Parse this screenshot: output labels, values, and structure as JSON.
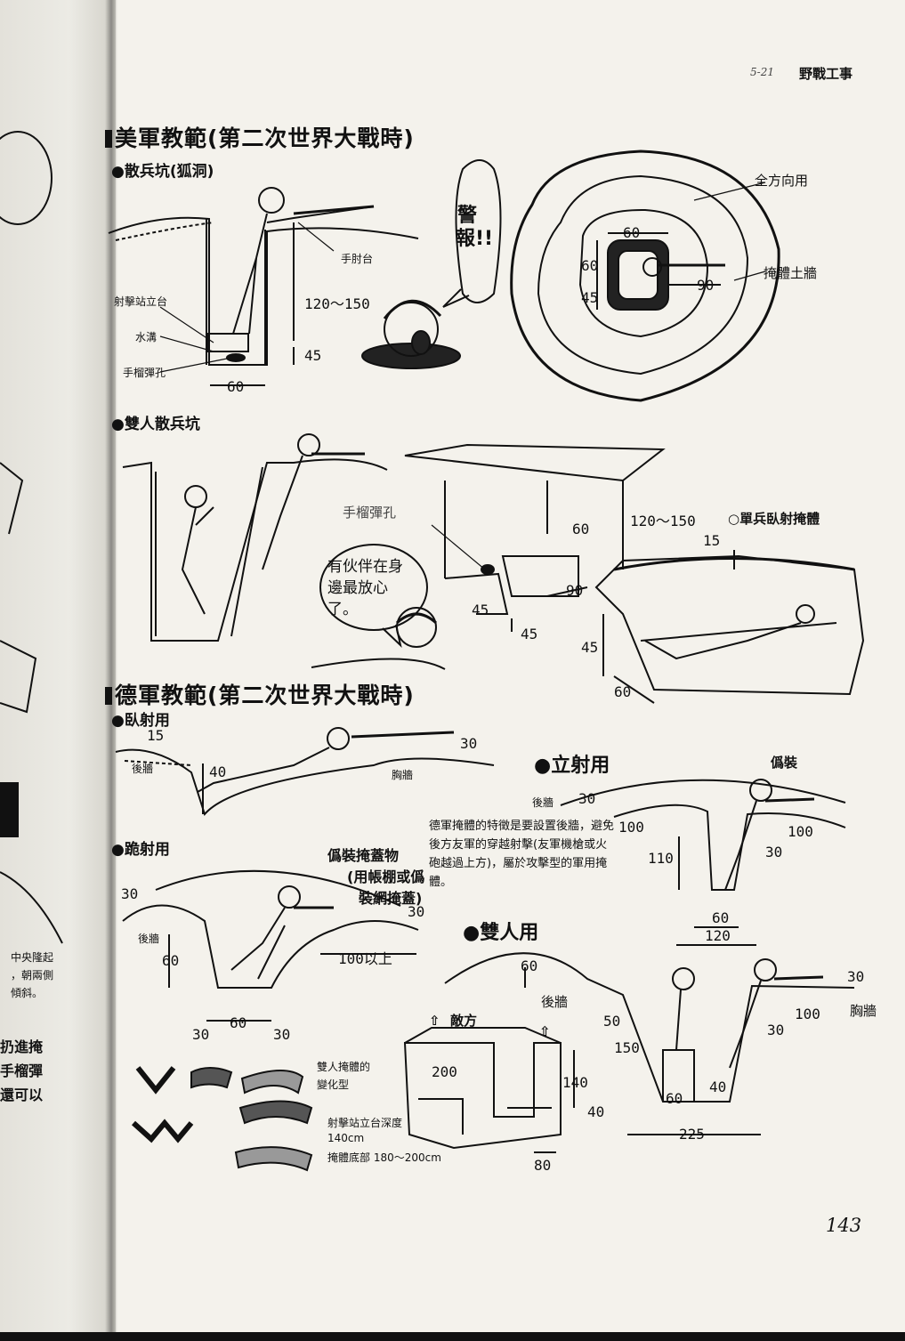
{
  "header": {
    "page_ref": "5-21",
    "chapter": "野戰工事"
  },
  "page_number": "143",
  "margin_text": {
    "line1": "中央隆起",
    "line2": "，朝兩側",
    "line3": "傾斜。",
    "line4": "扔進掩",
    "line5": "手榴彈",
    "line6": "還可以"
  },
  "us": {
    "title": "美軍教範(第二次世界大戰時)",
    "foxhole": {
      "title": "●散兵坑(狐洞)",
      "elbow_rest": "手肘台",
      "firing_step": "射擊站立台",
      "drain": "水溝",
      "grenade_hole": "手榴彈孔",
      "depth": "120〜150",
      "sump": "45",
      "width": "60",
      "alarm": "警報!!",
      "all_round": "全方向用",
      "parapet": "掩體土牆",
      "top_60": "60",
      "left_60": "60",
      "left_45": "45",
      "right_90": "90"
    },
    "two_man": {
      "title": "●雙人散兵坑",
      "grenade_hole": "手榴彈孔",
      "depth": "120〜150",
      "d60": "60",
      "d90": "90",
      "d45a": "45",
      "d45b": "45",
      "bubble": "有伙伴在身邊最放心了。"
    },
    "prone": {
      "title": "○單兵臥射掩體",
      "d15": "15",
      "d45": "45",
      "d60": "60"
    }
  },
  "de": {
    "title": "德軍教範(第二次世界大戰時)",
    "prone": {
      "title": "●臥射用",
      "d15": "15",
      "rear": "後牆",
      "d40": "40",
      "d30": "30",
      "parapet": "胸牆"
    },
    "standing": {
      "title": "●立射用",
      "camo": "僞裝",
      "rear": "後牆",
      "d30": "30",
      "d100l": "100",
      "d100r": "100",
      "d110": "110",
      "d30b": "30",
      "d60": "60",
      "d120": "120",
      "note": "德軍掩體的特徵是要設置後牆，避免後方友軍的穿越射擊(友軍機槍或火砲越過上方)，屬於攻擊型的軍用掩體。"
    },
    "kneeling": {
      "title": "●跪射用",
      "cover": "僞裝掩蓋物",
      "cover_note1": "(用帳棚或僞",
      "cover_note2": "裝網掩蓋)",
      "d30l": "30",
      "rear": "後牆",
      "d60": "60",
      "d30r": "30",
      "d100": "100以上",
      "b30l": "30",
      "b60": "60",
      "b30r": "30"
    },
    "two_man": {
      "title": "●雙人用",
      "d60": "60",
      "rear": "後牆",
      "d50": "50",
      "d150": "150",
      "d60b": "60",
      "d40": "40",
      "d225": "225",
      "d30": "30",
      "d100": "100",
      "parapet": "胸牆",
      "d30b": "30"
    },
    "variants": {
      "label1": "雙人掩體的",
      "label2": "變化型",
      "step_depth": "射擊站立台深度",
      "step_value": "140cm",
      "bottom": "掩體底部 180〜200cm"
    },
    "iso": {
      "enemy": "敵方",
      "d200": "200",
      "d140": "140",
      "d40": "40",
      "d80": "80"
    }
  }
}
